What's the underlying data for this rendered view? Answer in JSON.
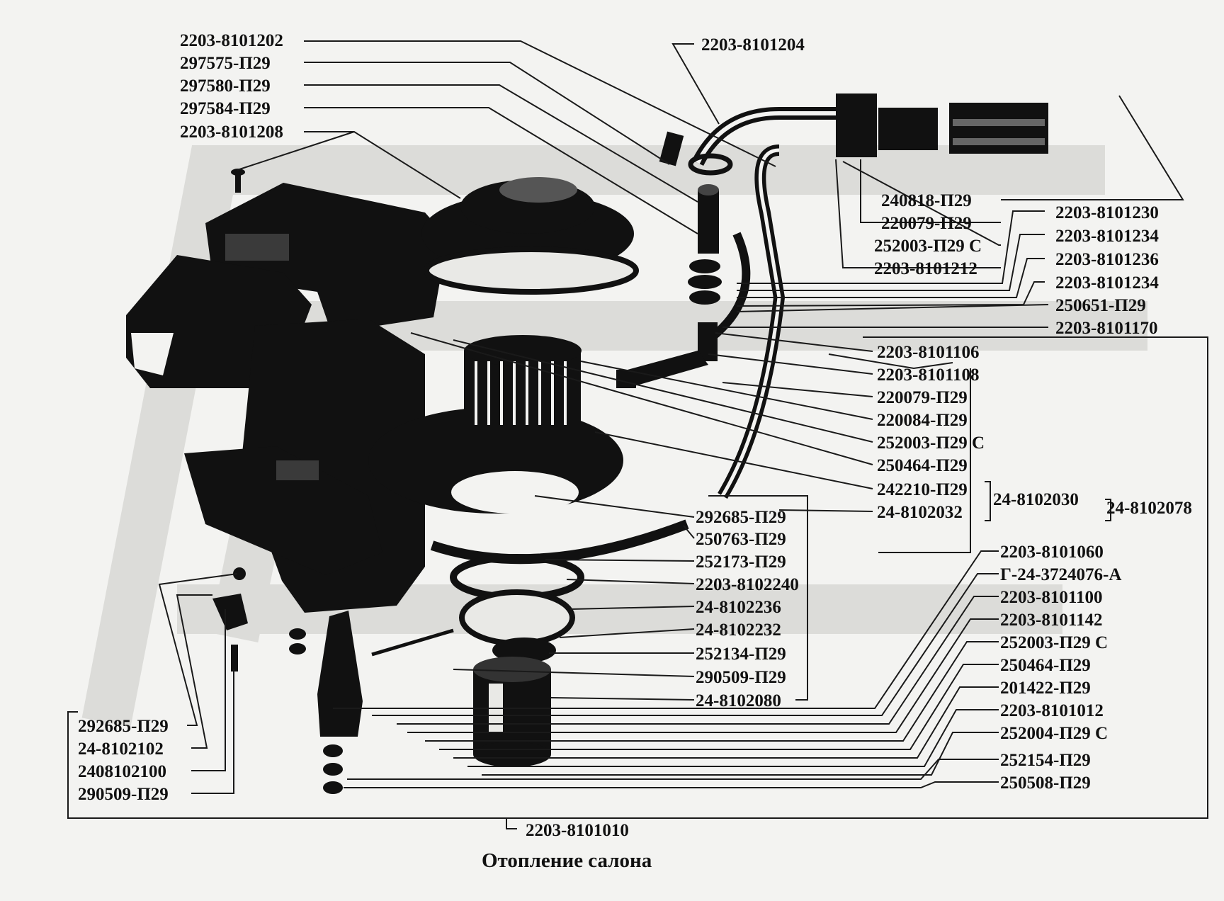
{
  "caption": "Отопление салона",
  "part_numbers": [
    {
      "id": "p01",
      "text": "2203-8101202"
    },
    {
      "id": "p02",
      "text": "297575-П29"
    },
    {
      "id": "p03",
      "text": "297580-П29"
    },
    {
      "id": "p04",
      "text": "297584-П29"
    },
    {
      "id": "p05",
      "text": "2203-8101208"
    },
    {
      "id": "p06",
      "text": "2203-8101204"
    },
    {
      "id": "p07",
      "text": "240818-П29"
    },
    {
      "id": "p08",
      "text": "220079-П29"
    },
    {
      "id": "p09",
      "text": "252003-П29 С"
    },
    {
      "id": "p10",
      "text": "2203-8101212"
    },
    {
      "id": "p11",
      "text": "2203-8101230"
    },
    {
      "id": "p12",
      "text": "2203-8101234"
    },
    {
      "id": "p13",
      "text": "2203-8101236"
    },
    {
      "id": "p14",
      "text": "2203-8101234"
    },
    {
      "id": "p15",
      "text": "250651-П29"
    },
    {
      "id": "p16",
      "text": "2203-8101170"
    },
    {
      "id": "p17",
      "text": "2203-8101106"
    },
    {
      "id": "p18",
      "text": "2203-8101108"
    },
    {
      "id": "p19",
      "text": "220079-П29"
    },
    {
      "id": "p20",
      "text": "220084-П29"
    },
    {
      "id": "p21",
      "text": "252003-П29 С"
    },
    {
      "id": "p22",
      "text": "250464-П29"
    },
    {
      "id": "p23",
      "text": "242210-П29"
    },
    {
      "id": "p24",
      "text": "24-8102032"
    },
    {
      "id": "p25",
      "text": "24-8102030"
    },
    {
      "id": "p26",
      "text": "24-8102078"
    },
    {
      "id": "p27",
      "text": "292685-П29"
    },
    {
      "id": "p28",
      "text": "250763-П29"
    },
    {
      "id": "p29",
      "text": "252173-П29"
    },
    {
      "id": "p30",
      "text": "2203-8102240"
    },
    {
      "id": "p31",
      "text": "24-8102236"
    },
    {
      "id": "p32",
      "text": "24-8102232"
    },
    {
      "id": "p33",
      "text": "252134-П29"
    },
    {
      "id": "p34",
      "text": "290509-П29"
    },
    {
      "id": "p35",
      "text": "24-8102080"
    },
    {
      "id": "p36",
      "text": "2203-8101060"
    },
    {
      "id": "p37",
      "text": "Г-24-3724076-А"
    },
    {
      "id": "p38",
      "text": "2203-8101100"
    },
    {
      "id": "p39",
      "text": "2203-8101142"
    },
    {
      "id": "p40",
      "text": "252003-П29 С"
    },
    {
      "id": "p41",
      "text": "250464-П29"
    },
    {
      "id": "p42",
      "text": "201422-П29"
    },
    {
      "id": "p43",
      "text": "2203-8101012"
    },
    {
      "id": "p44",
      "text": "252004-П29 С"
    },
    {
      "id": "p45",
      "text": "252154-П29"
    },
    {
      "id": "p46",
      "text": "250508-П29"
    },
    {
      "id": "p47",
      "text": "292685-П29"
    },
    {
      "id": "p48",
      "text": "24-8102102"
    },
    {
      "id": "p49",
      "text": "2408102100"
    },
    {
      "id": "p50",
      "text": "290509-П29"
    },
    {
      "id": "p51",
      "text": "2203-8101010"
    }
  ]
}
